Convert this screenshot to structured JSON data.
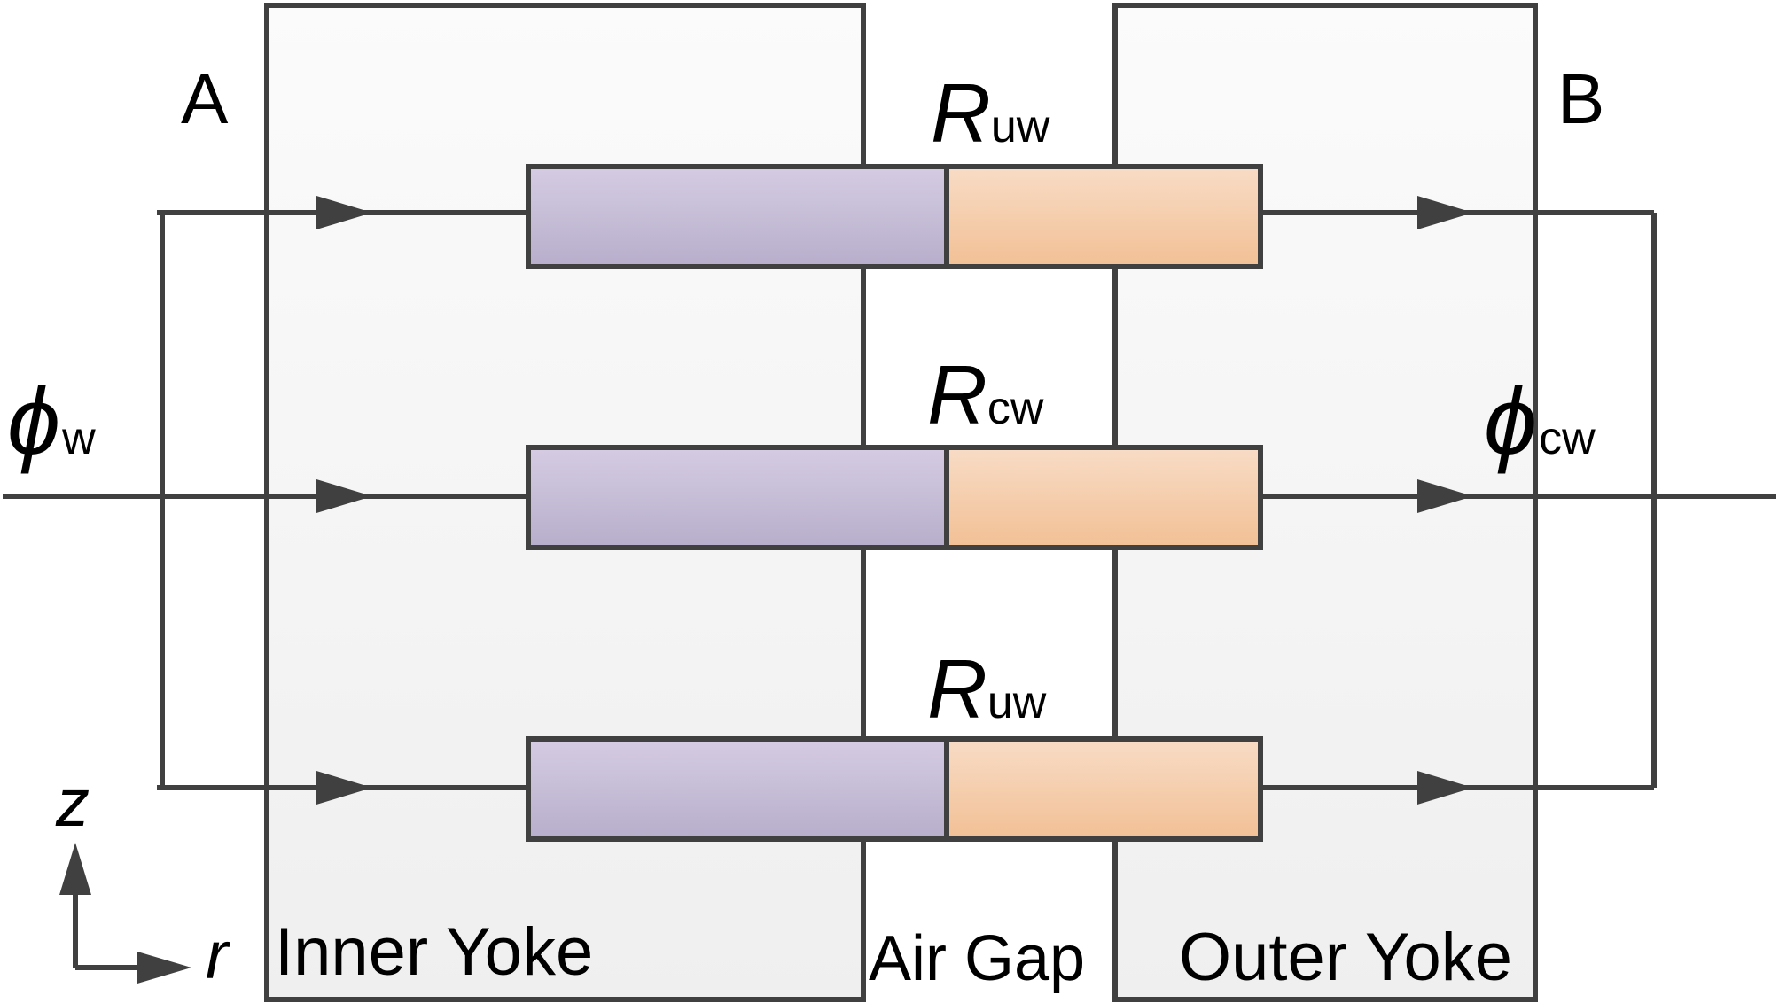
{
  "labels": {
    "node_a": "A",
    "node_b": "B",
    "flux_in_symbol": "ϕ",
    "flux_in_sub": "w",
    "flux_out_symbol": "ϕ",
    "flux_out_sub": "cw",
    "resistor_top_symbol": "R",
    "resistor_top_sub": "uw",
    "resistor_mid_symbol": "R",
    "resistor_mid_sub": "cw",
    "resistor_bot_symbol": "R",
    "resistor_bot_sub": "uw",
    "inner_yoke": "Inner Yoke",
    "air_gap": "Air Gap",
    "outer_yoke": "Outer Yoke",
    "axis_z": "z",
    "axis_r": "r"
  },
  "colors": {
    "stroke": "#404040",
    "yoke_fill_top": "#fbfbfb",
    "yoke_fill_bottom": "#efefef",
    "purple_top": "#d5cce3",
    "purple_bottom": "#b7aecb",
    "orange_top": "#f8dcc6",
    "orange_bottom": "#f2c095"
  }
}
